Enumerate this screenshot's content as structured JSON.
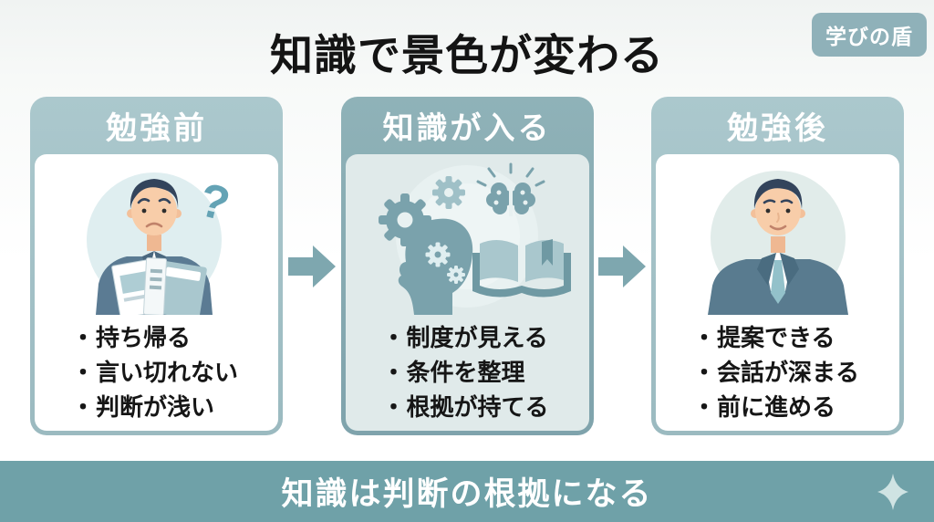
{
  "title": "知識で景色が変わる",
  "badge": "学びの盾",
  "bullet_char": "・",
  "question_mark": "?",
  "panels": [
    {
      "header": "勉強前",
      "illustration": "worried-man",
      "bullets": [
        "持ち帰る",
        "言い切れない",
        "判断が浅い"
      ]
    },
    {
      "header": "知識が入る",
      "illustration": "gears-brain-book",
      "bullets": [
        "制度が見える",
        "条件を整理",
        "根拠が持てる"
      ]
    },
    {
      "header": "勉強後",
      "illustration": "confident-man",
      "bullets": [
        "提案できる",
        "会話が深まる",
        "前に進める"
      ]
    }
  ],
  "banner": {
    "text": "知識は判断の根拠になる"
  },
  "icons": {
    "arrow_right": "arrow-right-icon",
    "sparkle": "four-point-star-icon",
    "question_mark": "question-mark-icon",
    "gear": "gear-icon",
    "brain": "brain-icon",
    "book": "open-book-icon",
    "head": "head-silhouette-icon"
  },
  "colors": {
    "accent_teal": "#7fa3ac",
    "side_card_frame": "#a9c6cb",
    "mid_card_frame": "#8fb2b8",
    "mid_card_body": "#e0eaea",
    "banner_bg": "#6fa1a8",
    "badge_bg": "#8fb1b9",
    "arrow": "#7ea7af",
    "title_text": "#141414",
    "header_text": "#ffffff"
  }
}
